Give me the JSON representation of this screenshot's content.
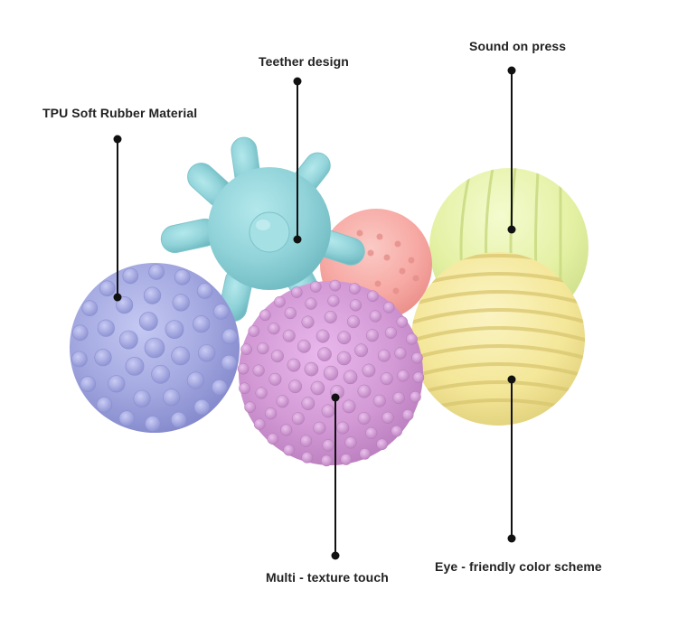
{
  "labels": {
    "tpu": "TPU Soft Rubber Material",
    "teether": "Teether design",
    "sound": "Sound on press",
    "multi": "Multi - texture touch",
    "eye": "Eye - friendly color scheme"
  },
  "balls": [
    {
      "name": "blue-bumpy-ball",
      "color": "#a3a8e0"
    },
    {
      "name": "teal-teether-ball",
      "color": "#8fd2d8"
    },
    {
      "name": "pink-dimpled-ball",
      "color": "#f7a9a4"
    },
    {
      "name": "green-ribbed-ball",
      "color": "#e6f2a6"
    },
    {
      "name": "yellow-ribbed-ball",
      "color": "#f5ea9c"
    },
    {
      "name": "purple-spiky-ball",
      "color": "#d39ad6"
    }
  ],
  "colors": {
    "pointer": "#111111",
    "text": "#222222",
    "background": "#ffffff"
  }
}
